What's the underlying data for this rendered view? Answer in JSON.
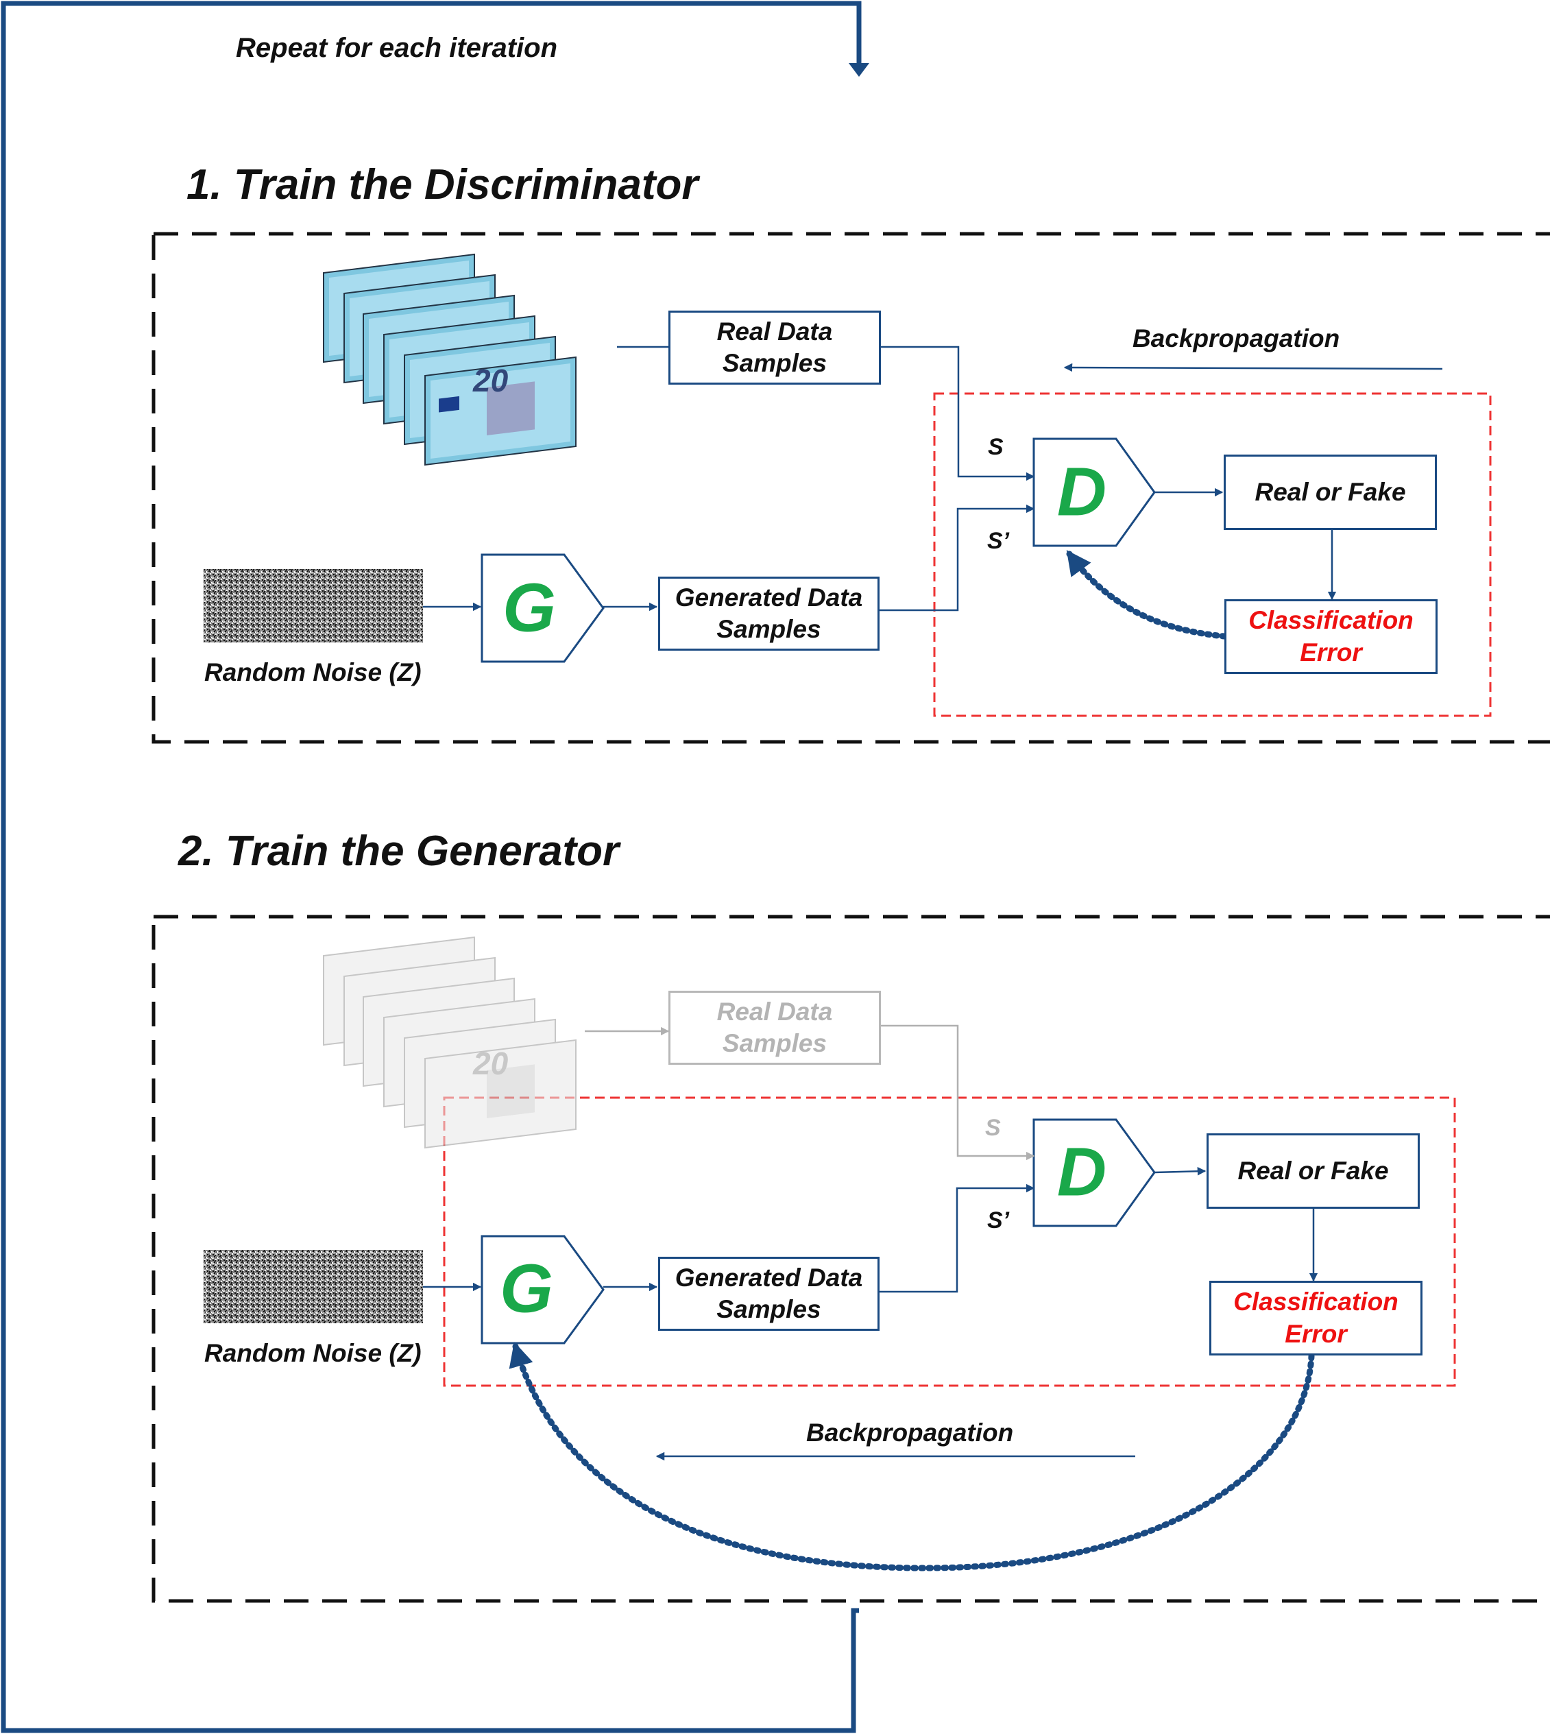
{
  "loop_label": "Repeat for each iteration",
  "section1": {
    "title": "1. Train the Discriminator",
    "real_data": "Real Data\nSamples",
    "generated_data": "Generated Data\nSamples",
    "noise_label": "Random Noise (Z)",
    "generator_symbol": "G",
    "discriminator_symbol": "D",
    "s_label": "S",
    "s_prime_label": "S’",
    "real_or_fake": "Real or Fake",
    "classification_error": "Classification\nError",
    "backprop": "Backpropagation"
  },
  "section2": {
    "title": "2. Train the Generator",
    "real_data": "Real Data\nSamples",
    "generated_data": "Generated Data\nSamples",
    "noise_label": "Random Noise (Z)",
    "generator_symbol": "G",
    "discriminator_symbol": "D",
    "s_label": "S",
    "s_prime_label": "S’",
    "real_or_fake": "Real or Fake",
    "classification_error": "Classification\nError",
    "backprop": "Backpropagation"
  },
  "colors": {
    "flow_blue": "#1a4a82",
    "generator_green": "#1aa84a",
    "error_red": "#ee1111",
    "frozen_grey": "#b4b4b4"
  },
  "banknote_denomination": "20"
}
